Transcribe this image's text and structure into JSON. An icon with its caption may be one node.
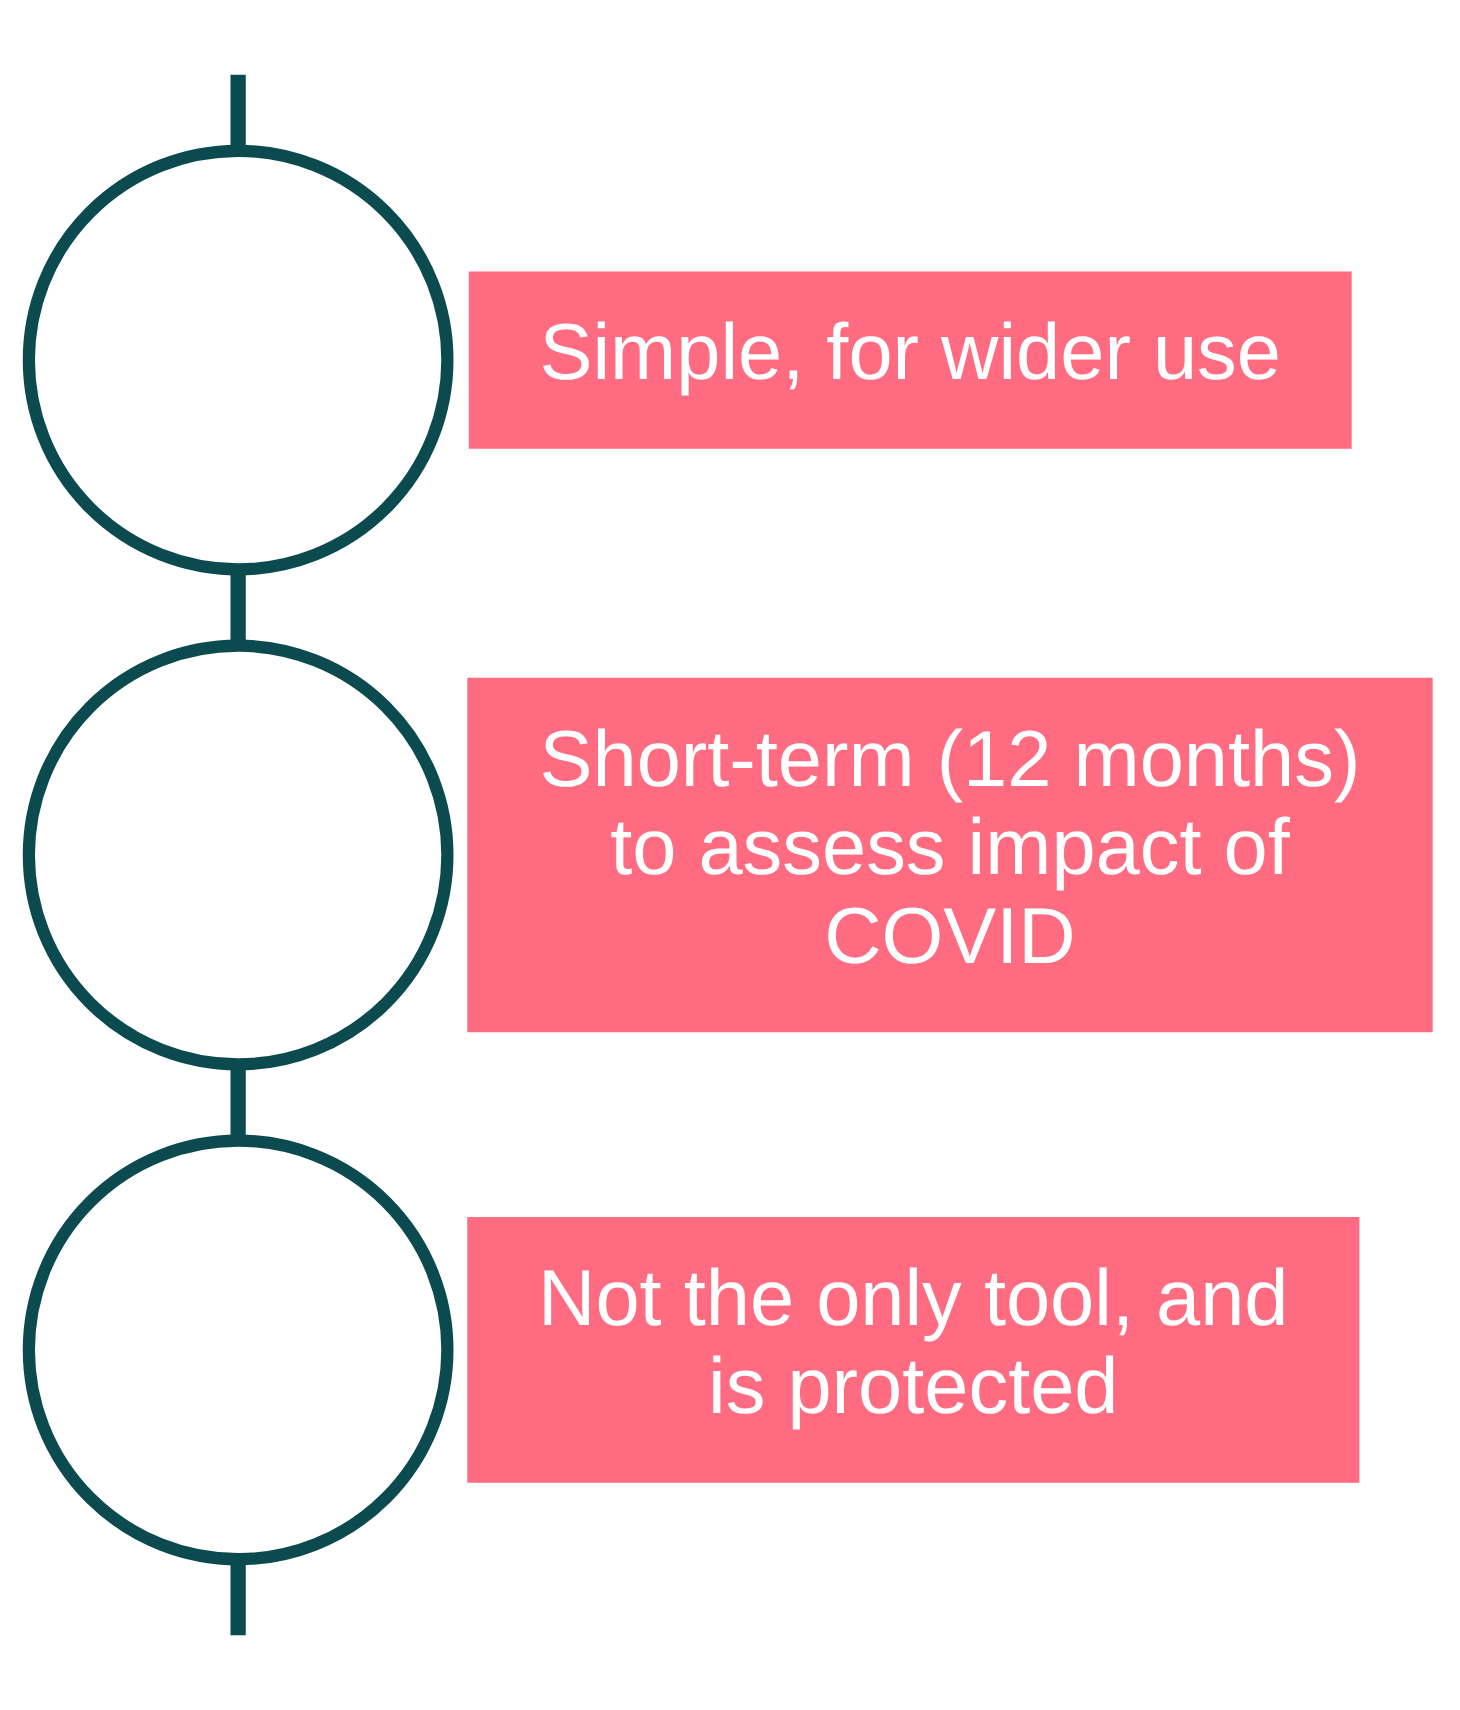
{
  "diagram": {
    "nodes": [
      {
        "text": [],
        "shape": "circle"
      },
      {
        "text": [
          "Simple, for wider use"
        ]
      },
      {
        "text": [],
        "shape": "circle"
      },
      {
        "text": [
          "Short-term (12 months) to assess impact of COVID"
        ]
      },
      {
        "text": [],
        "shape": "circle"
      },
      {
        "text": [
          "Not the only tool, and is protected"
        ]
      }
    ],
    "edges": [
      {
        "from": null,
        "to": 0,
        "arrow": "none"
      },
      {
        "from": 0,
        "to": 2,
        "arrow": "none"
      },
      {
        "from": 2,
        "to": 4,
        "arrow": "none"
      },
      {
        "from": 4,
        "to": null,
        "arrow": "none"
      }
    ]
  }
}
